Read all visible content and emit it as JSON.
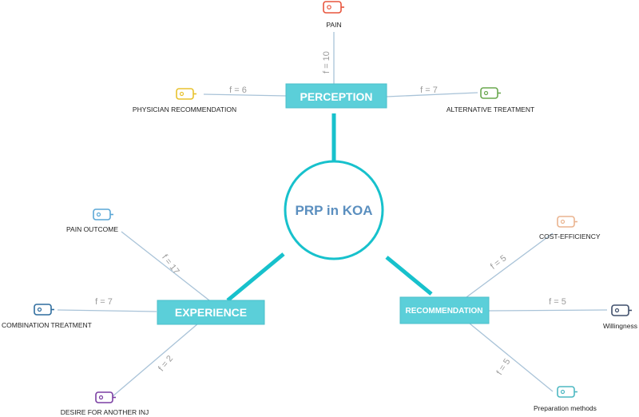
{
  "center": {
    "label": "PRP in KOA",
    "color": "#17c1cc"
  },
  "themes": {
    "perception": {
      "label": "PERCEPTION"
    },
    "experience": {
      "label": "EXPERIENCE"
    },
    "recommendation": {
      "label": "RECOMMENDATION"
    }
  },
  "codes": {
    "pain": {
      "label": "PAIN",
      "freq": "f = 10",
      "color": "#e8553d"
    },
    "physician": {
      "label": "PHYSICIAN RECOMMENDATION",
      "freq": "f = 6",
      "color": "#e8c22e"
    },
    "alternative": {
      "label": "ALTERNATIVE TREATMENT",
      "freq": "f = 7",
      "color": "#6aa84f"
    },
    "pain_outcome": {
      "label": "PAIN OUTCOME",
      "freq": "f = 17",
      "color": "#5aa7d6"
    },
    "combination": {
      "label": "COMBINATION TREATMENT",
      "freq": "f = 7",
      "color": "#2f6d9e"
    },
    "desire": {
      "label": "DESIRE FOR ANOTHER INJ",
      "freq": "f = 2",
      "color": "#7b3fa3"
    },
    "cost": {
      "label": "COST-EFFICIENCY",
      "freq": "f = 5",
      "color": "#eab48f"
    },
    "willingness": {
      "label": "Willingness",
      "freq": "f = 5",
      "color": "#3f4f6b"
    },
    "preparation": {
      "label": "Preparation methods",
      "freq": "f = 5",
      "color": "#4db8c2"
    }
  }
}
